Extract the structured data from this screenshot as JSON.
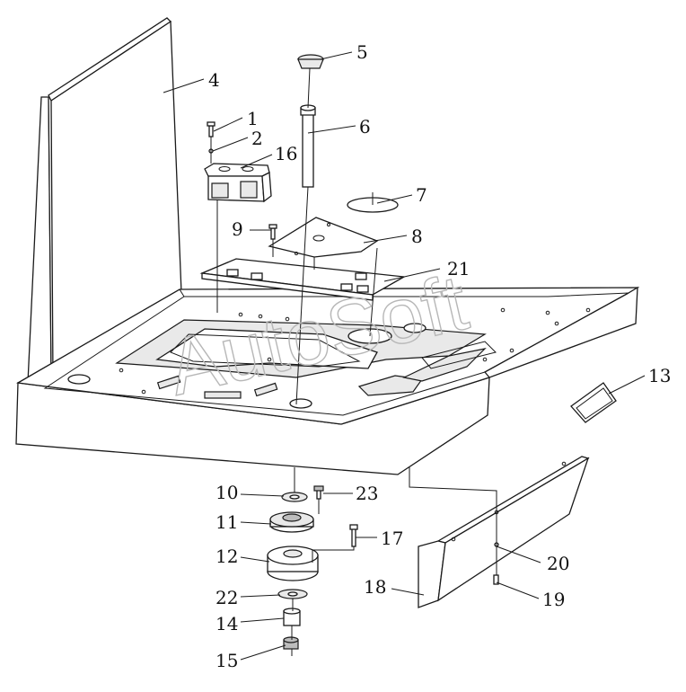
{
  "watermark": "AutoSoft",
  "callouts": {
    "c1": "1",
    "c2": "2",
    "c4": "4",
    "c5": "5",
    "c6": "6",
    "c7": "7",
    "c8": "8",
    "c9": "9",
    "c10": "10",
    "c11": "11",
    "c12": "12",
    "c13": "13",
    "c14": "14",
    "c15": "15",
    "c16": "16",
    "c17": "17",
    "c18": "18",
    "c19": "19",
    "c20": "20",
    "c21": "21",
    "c22": "22",
    "c23": "23"
  }
}
